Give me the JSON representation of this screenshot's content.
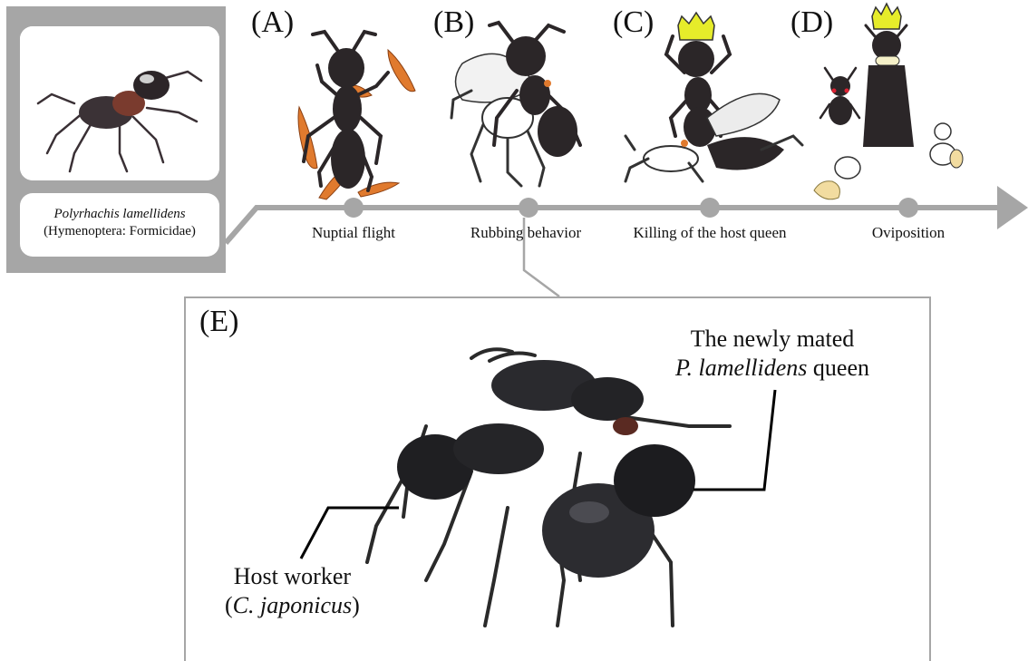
{
  "species": {
    "name_italic": "Polyrhachis lamellidens",
    "taxonomy": "(Hymenoptera: Formicidae)"
  },
  "stages": [
    {
      "letter": "(A)",
      "label": "Nuptial flight"
    },
    {
      "letter": "(B)",
      "label": "Rubbing behavior"
    },
    {
      "letter": "(C)",
      "label": "Killing of the host queen"
    },
    {
      "letter": "(D)",
      "label": "Oviposition"
    }
  ],
  "detail": {
    "letter": "(E)",
    "queen_label_line1": "The newly mated",
    "queen_label_italic": "P. lamellidens",
    "queen_label_tail": " queen",
    "worker_label_line1": "Host worker",
    "worker_label_open": "(",
    "worker_label_italic": "C. japonicus",
    "worker_label_close": ")"
  },
  "colors": {
    "timeline": "#a6a6a6",
    "ant_body": "#2b2628",
    "wing": "#e07a2e",
    "crown": "#e6ec2a",
    "host_ant": "#ffffff"
  }
}
